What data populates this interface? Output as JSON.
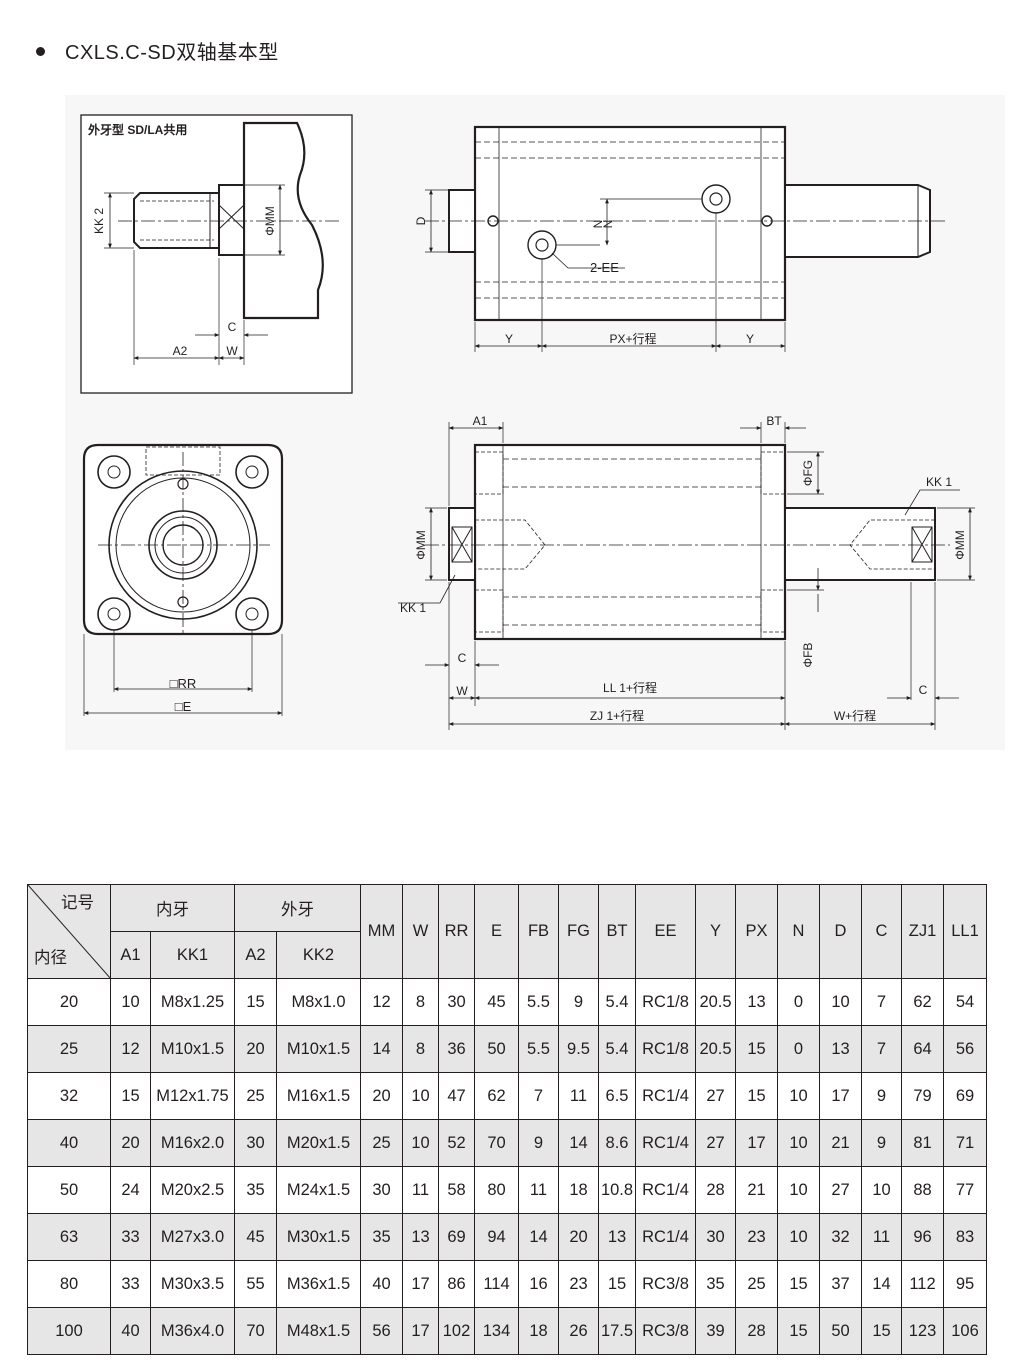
{
  "title": "CXLS.C-SD双轴基本型",
  "drawing": {
    "inset_caption": "外牙型  SD/LA共用",
    "labels": {
      "kk2": "KK 2",
      "phi_mm": "ΦMM",
      "c": "C",
      "a2": "A2",
      "w": "W",
      "d": "D",
      "n": "N",
      "ee": "2-EE",
      "y": "Y",
      "px": "PX+行程",
      "rr": "□RR",
      "e": "□E",
      "a1": "A1",
      "bt": "BT",
      "fg": "ΦFG",
      "fb": "ΦFB",
      "kk1": "KK 1",
      "ll1": "LL 1+行程",
      "zj1": "ZJ 1+行程",
      "w_stroke": "W+行程"
    }
  },
  "table": {
    "corner_top": "记号",
    "corner_bottom": "内径",
    "group_inner": "内牙",
    "group_outer": "外牙",
    "sub_headers": [
      "A1",
      "KK1",
      "A2",
      "KK2"
    ],
    "headers": [
      "MM",
      "W",
      "RR",
      "E",
      "FB",
      "FG",
      "BT",
      "EE",
      "Y",
      "PX",
      "N",
      "D",
      "C",
      "ZJ1",
      "LL1"
    ],
    "rows": [
      [
        "20",
        "10",
        "M8x1.25",
        "15",
        "M8x1.0",
        "12",
        "8",
        "30",
        "45",
        "5.5",
        "9",
        "5.4",
        "RC1/8",
        "20.5",
        "13",
        "0",
        "10",
        "7",
        "62",
        "54"
      ],
      [
        "25",
        "12",
        "M10x1.5",
        "20",
        "M10x1.5",
        "14",
        "8",
        "36",
        "50",
        "5.5",
        "9.5",
        "5.4",
        "RC1/8",
        "20.5",
        "15",
        "0",
        "13",
        "7",
        "64",
        "56"
      ],
      [
        "32",
        "15",
        "M12x1.75",
        "25",
        "M16x1.5",
        "20",
        "10",
        "47",
        "62",
        "7",
        "11",
        "6.5",
        "RC1/4",
        "27",
        "15",
        "10",
        "17",
        "9",
        "79",
        "69"
      ],
      [
        "40",
        "20",
        "M16x2.0",
        "30",
        "M20x1.5",
        "25",
        "10",
        "52",
        "70",
        "9",
        "14",
        "8.6",
        "RC1/4",
        "27",
        "17",
        "10",
        "21",
        "9",
        "81",
        "71"
      ],
      [
        "50",
        "24",
        "M20x2.5",
        "35",
        "M24x1.5",
        "30",
        "11",
        "58",
        "80",
        "11",
        "18",
        "10.8",
        "RC1/4",
        "28",
        "21",
        "10",
        "27",
        "10",
        "88",
        "77"
      ],
      [
        "63",
        "33",
        "M27x3.0",
        "45",
        "M30x1.5",
        "35",
        "13",
        "69",
        "94",
        "14",
        "20",
        "13",
        "RC1/4",
        "30",
        "23",
        "10",
        "32",
        "11",
        "96",
        "83"
      ],
      [
        "80",
        "33",
        "M30x3.5",
        "55",
        "M36x1.5",
        "40",
        "17",
        "86",
        "114",
        "16",
        "23",
        "15",
        "RC3/8",
        "35",
        "25",
        "15",
        "37",
        "14",
        "112",
        "95"
      ],
      [
        "100",
        "40",
        "M36x4.0",
        "70",
        "M48x1.5",
        "56",
        "17",
        "102",
        "134",
        "18",
        "26",
        "17.5",
        "RC3/8",
        "39",
        "28",
        "15",
        "50",
        "15",
        "123",
        "106"
      ]
    ]
  }
}
